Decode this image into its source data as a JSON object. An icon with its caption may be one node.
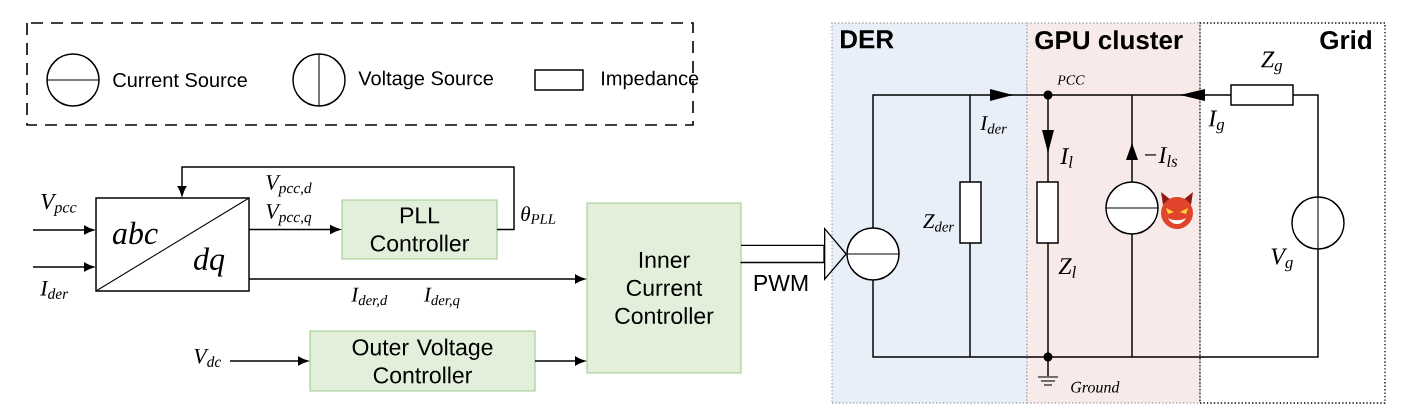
{
  "diagram": {
    "nodes": [
      {
        "text": [
          "abc",
          "dq"
        ]
      },
      {
        "text": [
          "PLL Controller"
        ]
      },
      {
        "text": [
          "Inner Current Controller"
        ]
      },
      {
        "text": [
          "Outer Voltage Controller"
        ]
      },
      {
        "text": [
          "DER"
        ]
      },
      {
        "text": [
          "GPU cluster"
        ]
      },
      {
        "text": [
          "Grid"
        ]
      },
      {
        "text": [],
        "shape": "circle",
        "in": 4
      }
    ],
    "edges": [
      {
        "from": null,
        "to": 0,
        "arrow": "to",
        "label": "V$_{pcc}$"
      },
      {
        "from": null,
        "to": 0,
        "arrow": "to",
        "label": "I$_{der}$"
      },
      {
        "from": 0,
        "to": 1,
        "arrow": "to",
        "label": "V$_{pcc,d}$ V$_{pcc,q}$"
      },
      {
        "from": 1,
        "to": 0,
        "arrow": "to",
        "label": "θ$_{PLL}$"
      },
      {
        "from": 0,
        "to": 2,
        "arrow": "to",
        "label": "I$_{der,d}$ I$_{der,q}$"
      },
      {
        "from": null,
        "to": 3,
        "arrow": "to",
        "label": "V$_{dc}$"
      },
      {
        "from": 3,
        "to": 2,
        "arrow": "to"
      },
      {
        "from": 2,
        "to": 7,
        "arrow": "to",
        "label": "PWM"
      }
    ],
    "labels": [
      "Z$_{g}$",
      "PCC",
      "I$_{der}$",
      "I$_{g}$",
      "I$_{l}$",
      "−I$_{ls}$",
      "Z$_{der}$",
      "V$_{g}$",
      "Z$_{l}$",
      "Ground"
    ],
    "legend": [
      {
        "text": "Current Source"
      },
      {
        "text": "Voltage Source"
      },
      {
        "text": "Impedance"
      }
    ]
  }
}
